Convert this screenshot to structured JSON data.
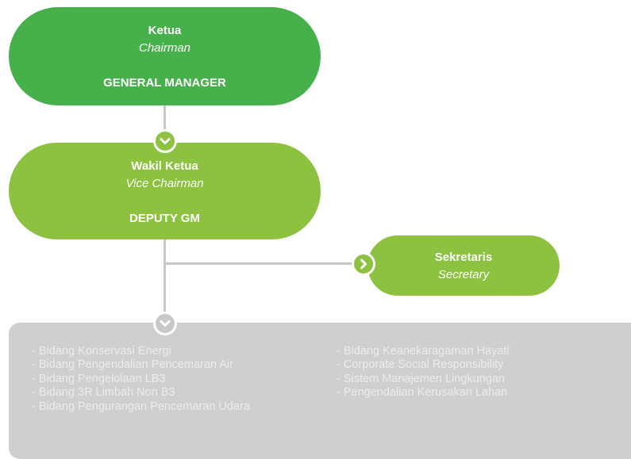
{
  "chairman": {
    "title": "Ketua",
    "subtitle": "Chairman",
    "role": "GENERAL MANAGER"
  },
  "vice_chairman": {
    "title": "Wakil Ketua",
    "subtitle": "Vice Chairman",
    "role": "DEPUTY GM"
  },
  "secretary": {
    "title": "Sekretaris",
    "subtitle": "Secretary"
  },
  "departments": {
    "left": [
      "- Bidang Konservasi Energi",
      "- Bidang Pengendalian Pencemaran Air",
      "- Bidang Pengelolaan LB3",
      "- Bidang 3R Limbah Non B3",
      "- Bidang Pengurangan Pencemaran Udara"
    ],
    "right": [
      "- Bidang Keanekaragaman Hayati",
      "- Corporate Social Responsibility",
      "- Sistem Manajemen Lingkungan",
      "- Pengendalian Kerusakan Lahan"
    ]
  },
  "colors": {
    "chairman": "#46b04a",
    "vice_chairman": "#8cc23f",
    "secretary": "#8cc23f",
    "panel": "#cfcfcf",
    "connector": "#c8c8c8"
  },
  "icons": [
    "chevron-down-icon",
    "chevron-right-icon",
    "chevron-down-icon"
  ]
}
